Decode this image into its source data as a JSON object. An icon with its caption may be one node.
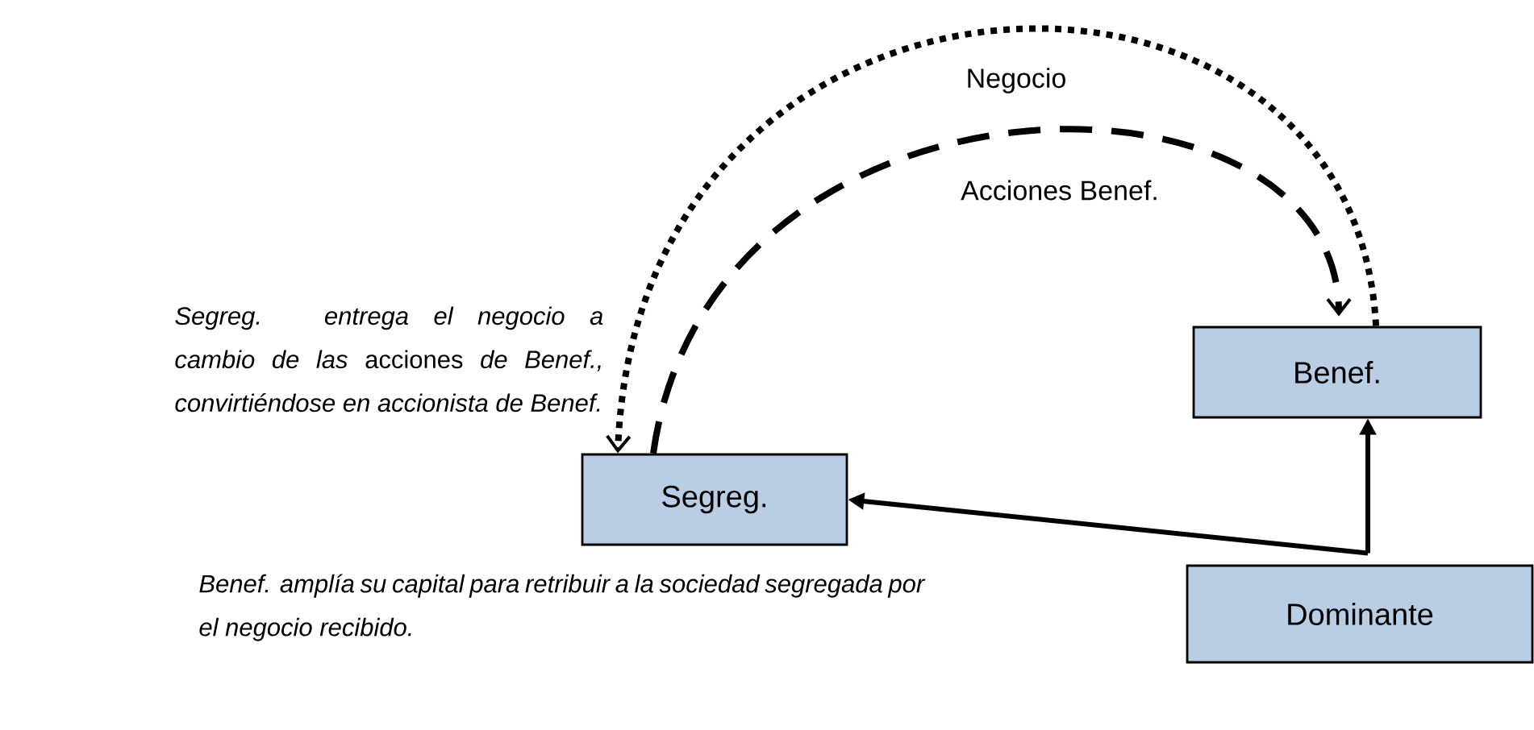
{
  "diagram": {
    "nodes": [
      {
        "text": [
          "Segreg."
        ]
      },
      {
        "text": [
          "Benef."
        ]
      },
      {
        "text": [
          "Dominante"
        ]
      }
    ],
    "edges": [
      {
        "from": 1,
        "to": 0,
        "arrow": "to",
        "label": "Negocio",
        "style": "dashed"
      },
      {
        "from": 0,
        "to": 1,
        "arrow": "to",
        "label": "Acciones Benef.",
        "style": "dashed"
      },
      {
        "from": 2,
        "to": 0,
        "arrow": "to"
      },
      {
        "from": 2,
        "to": 1,
        "arrow": "to"
      }
    ],
    "labels": [
      "*Segreg. entrega el negocio a cambio de las* acciones *de Benef., convirtiéndose en accionista de Benef.*",
      "Benef. amplía su capital para retribuir a la sociedad segregada por el negocio recibido."
    ]
  }
}
